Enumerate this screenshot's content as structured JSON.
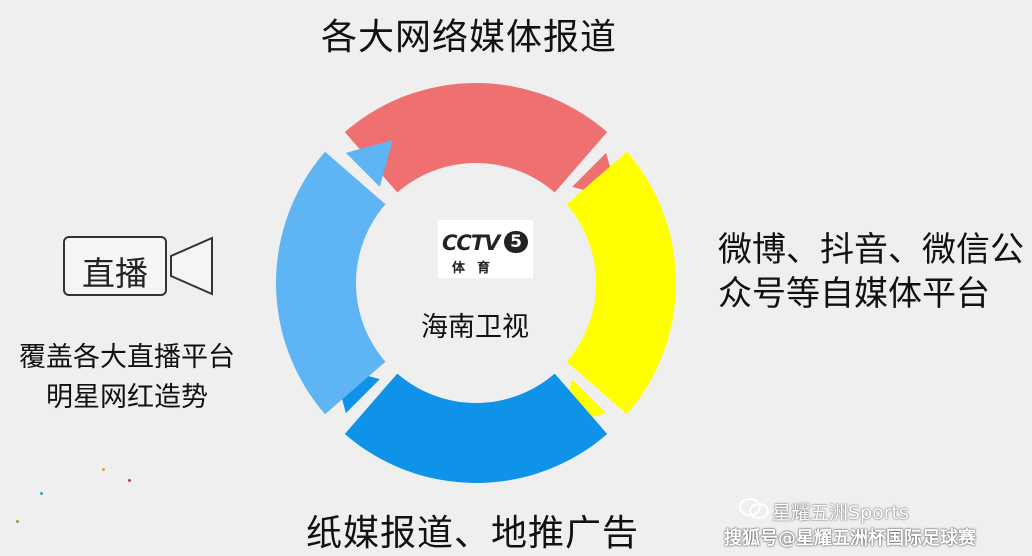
{
  "diagram": {
    "center": {
      "text": "海南卫视",
      "logo": {
        "brand": "CCTV",
        "channel": "5",
        "subtitle": "体育"
      }
    },
    "segments": [
      {
        "name": "top",
        "color": "#ef7071",
        "label": "各大网络媒体报道"
      },
      {
        "name": "right",
        "color": "#ffff00",
        "label": "微博、抖音、微信公众号等自媒体平台"
      },
      {
        "name": "bottom",
        "color": "#0f93e8",
        "label": "纸媒报道、地推广告"
      },
      {
        "name": "left",
        "color": "#5fb4f3",
        "label_lines": [
          "覆盖各大直播平台",
          "明星网红造势"
        ]
      }
    ],
    "live_box": {
      "label": "直播"
    }
  },
  "watermark": {
    "wechat": "星耀五洲Sports",
    "sohu": "搜狐号@星耀五洲杯国际足球赛"
  }
}
